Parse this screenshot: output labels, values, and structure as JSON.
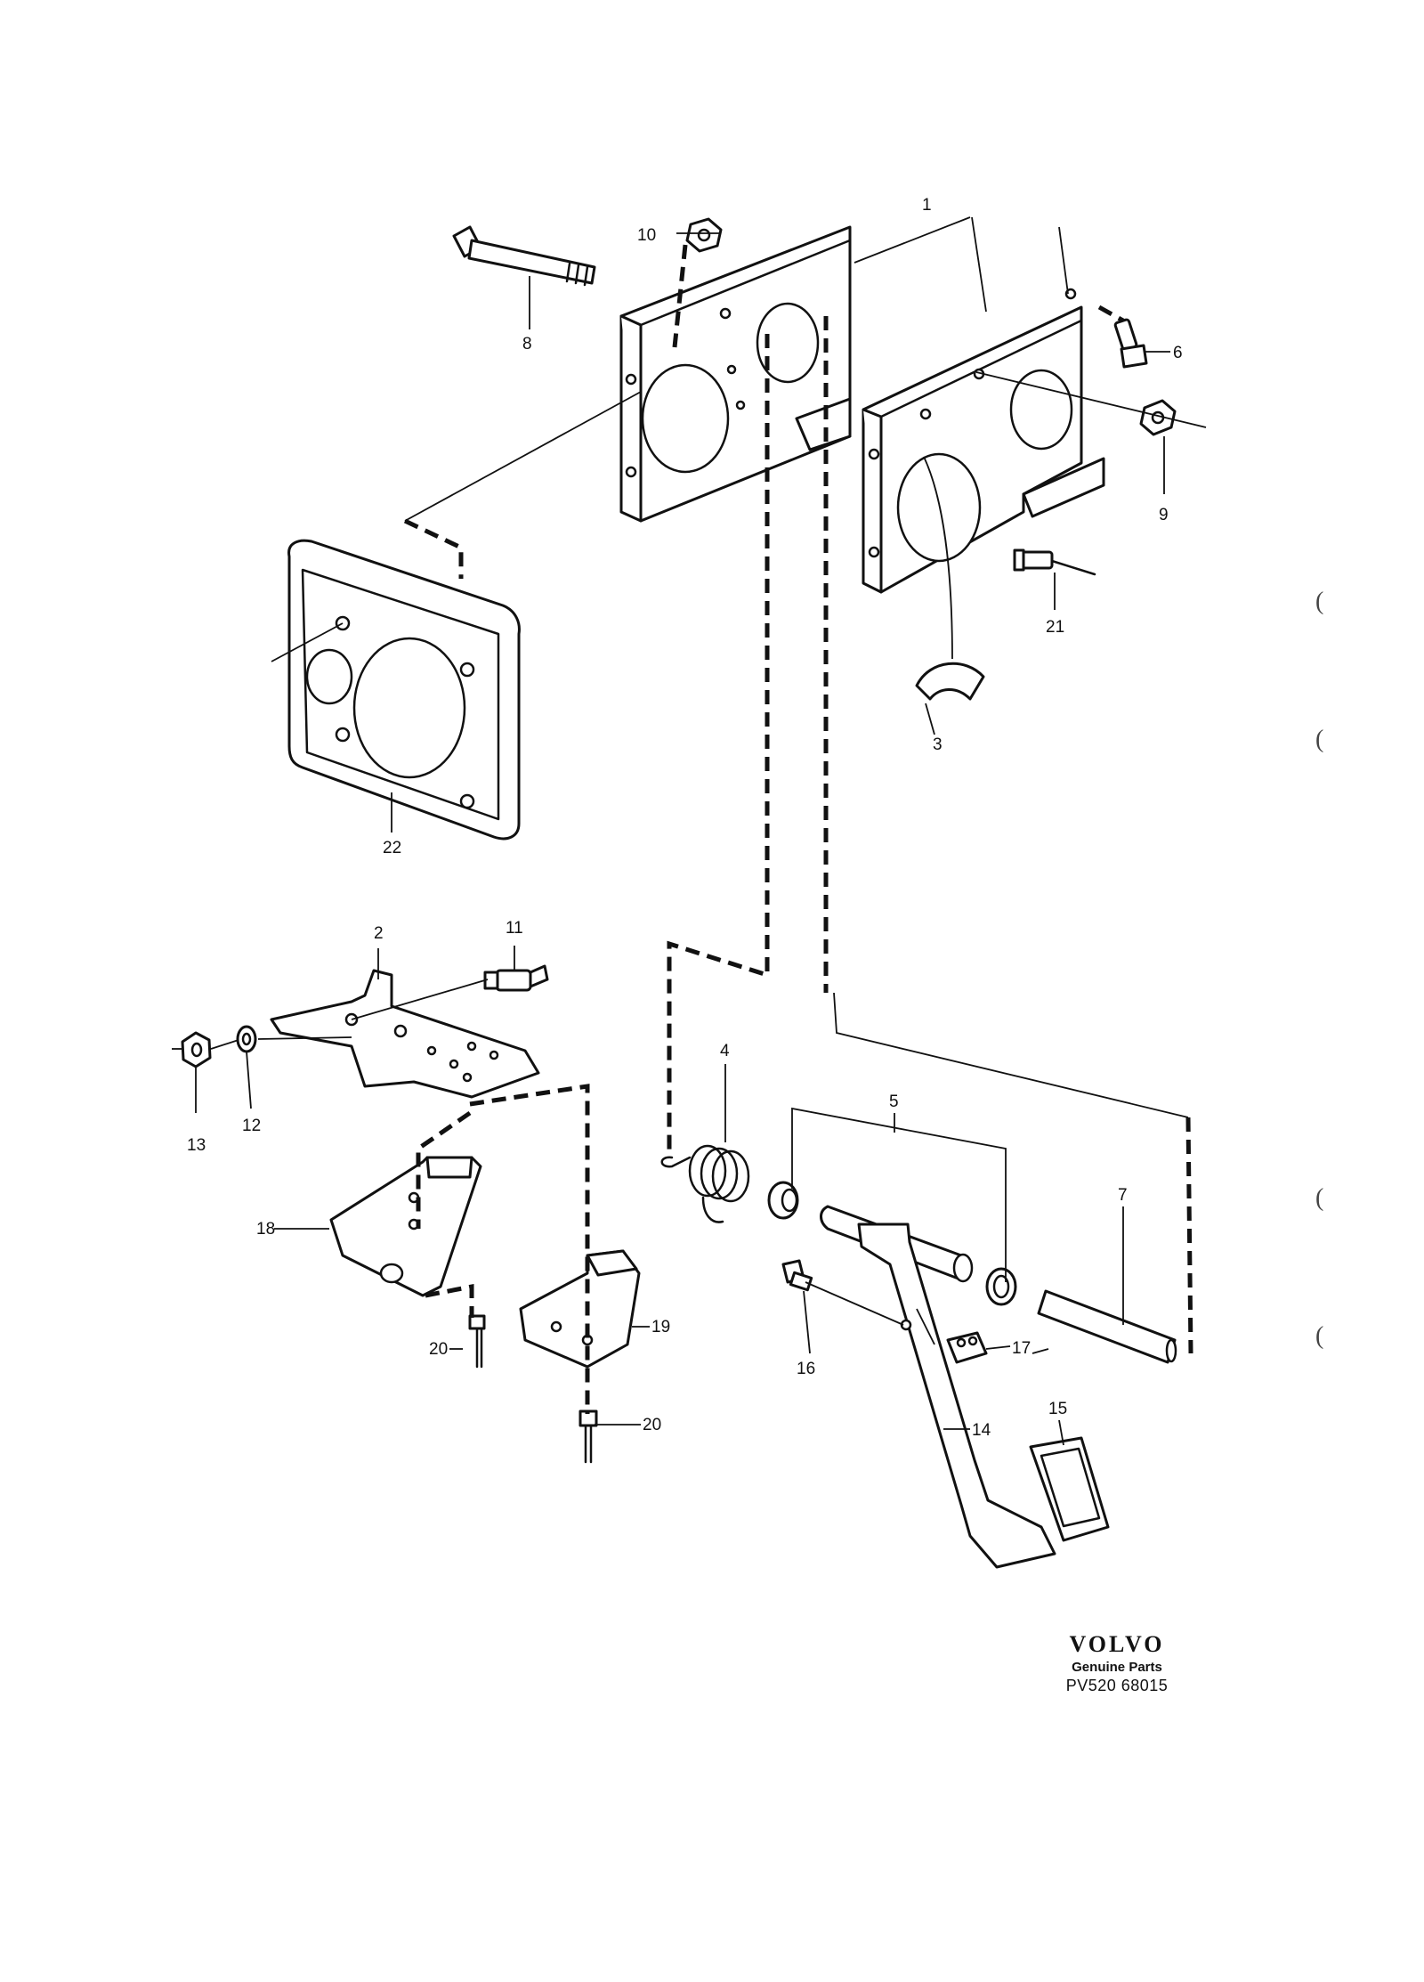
{
  "diagram": {
    "callouts": {
      "c1": "1",
      "c2": "2",
      "c3": "3",
      "c4": "4",
      "c5": "5",
      "c6": "6",
      "c7": "7",
      "c8": "8",
      "c9": "9",
      "c10": "10",
      "c11": "11",
      "c12": "12",
      "c13": "13",
      "c14": "14",
      "c15": "15",
      "c16": "16",
      "c17": "17",
      "c18": "18",
      "c19": "19",
      "c20a": "20",
      "c20b": "20",
      "c21": "21",
      "c22": "22"
    }
  },
  "brand": {
    "logo": "VOLVO",
    "subtitle": "Genuine Parts",
    "code": "PV520 68015"
  },
  "margin_marks": [
    "(",
    "(",
    "(",
    "("
  ]
}
